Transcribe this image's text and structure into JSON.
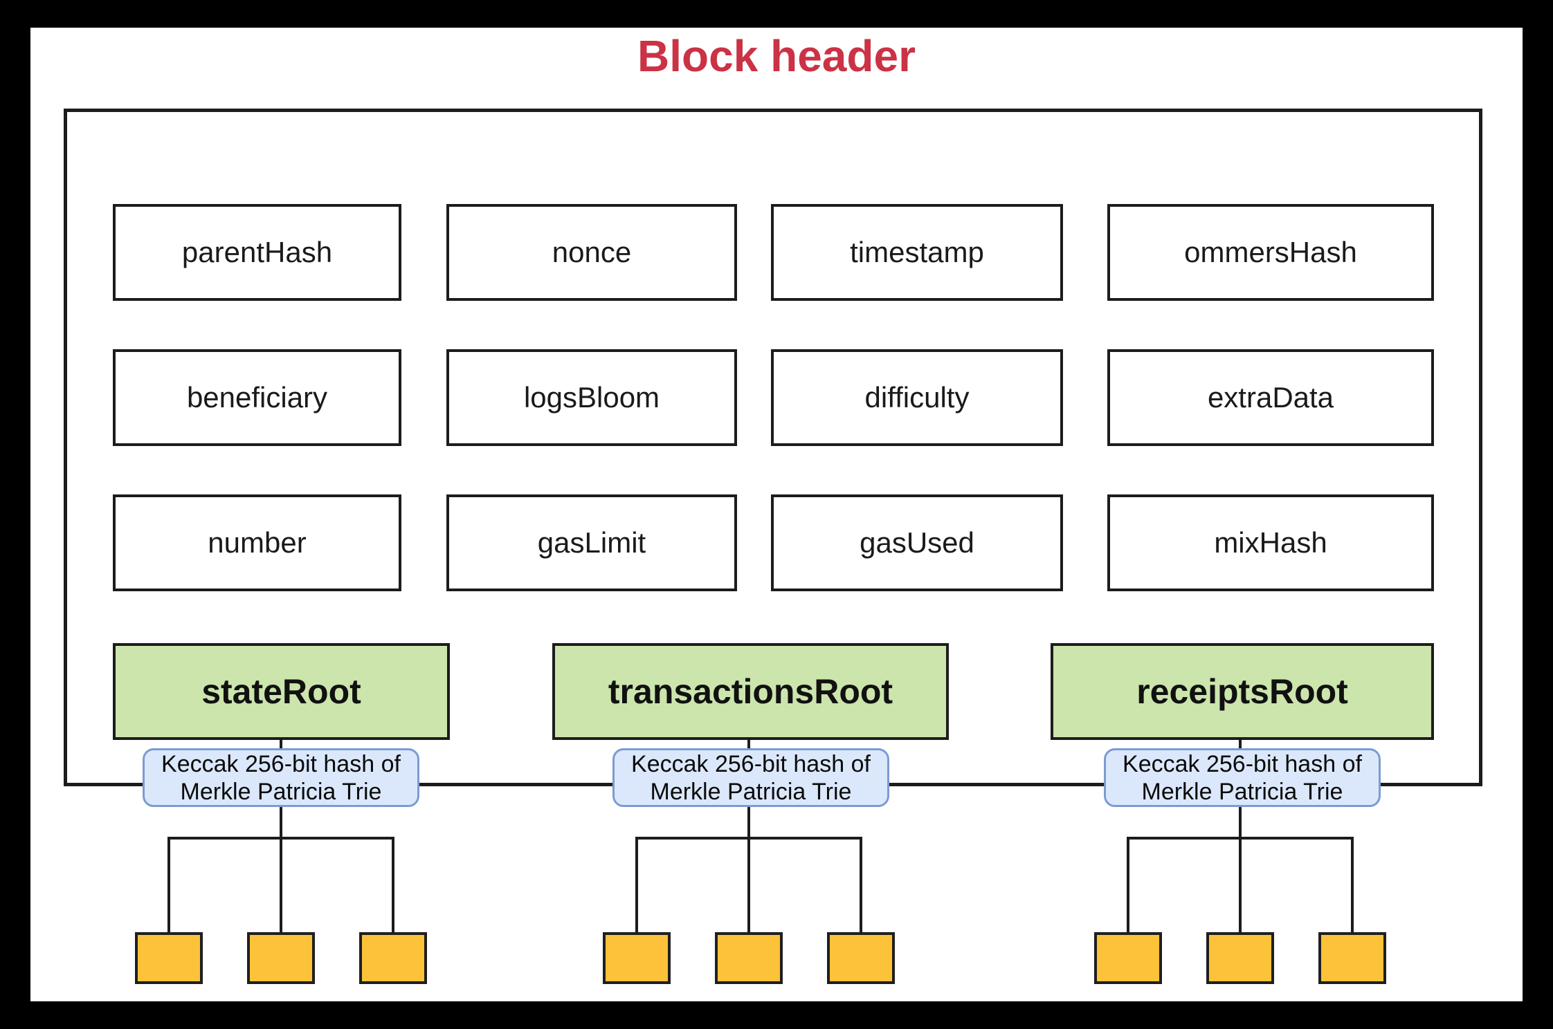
{
  "title": "Block header",
  "header_fields": [
    "parentHash",
    "nonce",
    "timestamp",
    "ommersHash",
    "beneficiary",
    "logsBloom",
    "difficulty",
    "extraData",
    "number",
    "gasLimit",
    "gasUsed",
    "mixHash"
  ],
  "roots": [
    {
      "label": "stateRoot",
      "note": "Keccak 256-bit hash of\nMerkle Patricia Trie"
    },
    {
      "label": "transactionsRoot",
      "note": "Keccak 256-bit hash of\nMerkle Patricia Trie"
    },
    {
      "label": "receiptsRoot",
      "note": "Keccak 256-bit hash of\nMerkle Patricia Trie"
    }
  ],
  "colors": {
    "title_red": "#cb3245",
    "root_green_fill": "#cbe5ac",
    "note_blue_fill": "#dbe8fb",
    "note_blue_border": "#7b9bd2",
    "leaf_orange_fill": "#fbc23a",
    "line_black": "#1c1c1c"
  }
}
